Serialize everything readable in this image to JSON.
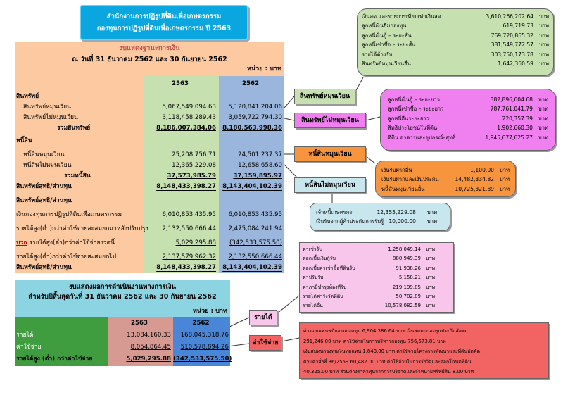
{
  "banner": {
    "line1": "สำนักงานการปฏิรูปที่ดินเพื่อเกษตรกรรม",
    "line2": "กองทุนการปฏิรูปที่ดินเพื่อเกษตรกรรม  ปี 2563"
  },
  "balance_sheet": {
    "title": "งบแสดงฐานะการเงิน",
    "subtitle": "ณ  วันที่ 31 ธันวาคม 2562 และ 30 กันยายน 2562",
    "unit": "หน่วย : บาท",
    "col_a": "2563",
    "col_b": "2562",
    "rows": [
      {
        "label": "สินทรัพย์",
        "a": "",
        "b": ""
      },
      {
        "label": "สินทรัพย์หมุนเวียน",
        "a": "5,067,549,094.63",
        "b": "5,120,841,204.06"
      },
      {
        "label": "สินทรัพย์ไม่หมุนเวียน",
        "a": "3,118,458,289.43",
        "b": "3,059,722,794.30"
      },
      {
        "label": "รวมสินทรัพย์",
        "a": "8,186,007,384.06",
        "b": "8,180,563,998.36"
      },
      {
        "label": "หนี้สิน",
        "a": "",
        "b": ""
      },
      {
        "label": "หนี้สินหมุนเวียน",
        "a": "25,208,756.71",
        "b": "24,501,237.37"
      },
      {
        "label": "หนี้สินไม่หมุนเวียน",
        "a": "12,365,229.08",
        "b": "12,658,658.60"
      },
      {
        "label": "รวมหนี้สิน",
        "a": "37,573,985.79",
        "b": "37,159,895.97"
      },
      {
        "label": "สินทรัพย์สุทธิ/ส่วนทุน",
        "a": "8,148,433,398.27",
        "b": "8,143,404,102.39"
      },
      {
        "label": "สินทรัพย์สุทธิ/ส่วนทุน",
        "a": "",
        "b": ""
      },
      {
        "label": "เงินกองทุนการปฏิรูปที่ดินเพื่อเกษตรกรรม",
        "a": "6,010,853,435.95",
        "b": "6,010,853,435.95"
      },
      {
        "label": "รายได้สูง(ต่ำ)กว่าค่าใช้จ่ายสะสมยกมาหลังปรับปรุง",
        "a": "2,132,550,666.44",
        "b": "2,475,084,241.94"
      },
      {
        "label_prefix": "บวก",
        "label": " รายได้สูง(ต่ำ)กว่าค่าใช้จ่ายงวดนี้",
        "a": "5,029,295.88",
        "b": "(342,533,575.50)"
      },
      {
        "label": "รายได้สูง(ต่ำ)กว่าค่าใช้จ่ายสะสมยกไป",
        "a": "2,137,579,962.32",
        "b": "2,132,550,666.44"
      },
      {
        "label": "สินทรัพย์สุทธิ/ส่วนทุน",
        "a": "8,148,433,398.27",
        "b": "8,143,404,102.39"
      }
    ]
  },
  "income_statement": {
    "title": "งบแสดงผลการดำเนินงานทางการเงิน",
    "subtitle": "สำหรับปีสิ้นสุดวันที่ 31 ธันวาคม 2562 และ 30 กันยายน 2562",
    "unit": "หน่วย : บาท",
    "col_a": "2563",
    "col_b": "2562",
    "rows": [
      {
        "label": "รายได้",
        "a": "13,084,160.33",
        "b": "168,045,318.76"
      },
      {
        "label": "ค่าใช้จ่าย",
        "a": "8,054,864.45",
        "b": "510,578,894.26"
      },
      {
        "label": "รายได้สูง (ต่ำ) กว่าค่าใช้จ่าย",
        "a": "5,029,295.88",
        "b": "(342,533,575.50)"
      }
    ]
  },
  "tags": {
    "current_assets": "สินทรัพย์หมุนเวียน",
    "noncurrent_assets": "สินทรัพย์ไม่หมุนเวียน",
    "current_liab": "หนี้สินหมุนเวียน",
    "noncurrent_liab": "หนี้สินไม่หมุนเวียน",
    "revenue": "รายได้",
    "expense": "ค่าใช้จ่าย"
  },
  "current_assets_detail": [
    {
      "k": "เงินสด และรายการเทียบเท่าเงินสด",
      "v": "3,610,266,202.64",
      "u": "บาท"
    },
    {
      "k": "ลูกหนี้เงินยืมกองทุน",
      "v": "619,719.73",
      "u": "บาท"
    },
    {
      "k": "ลูกหนี้เงินกู้ – ระยะสั้น",
      "v": "769,720,865.32",
      "u": "บาท"
    },
    {
      "k": "ลูกหนี้เช่าซื้อ – ระยะสั้น",
      "v": "381,549,772.57",
      "u": "บาท"
    },
    {
      "k": "รายได้ค้างรับ",
      "v": "303,750,173.78",
      "u": "บาท"
    },
    {
      "k": "สินทรัพย์หมุนเวียนอื่น",
      "v": "1,642,360.59",
      "u": "บาท"
    }
  ],
  "noncurrent_assets_detail": [
    {
      "k": "ลูกหนี้เงินกู้ – ระยะยาว",
      "v": "382,896,604.68",
      "u": "บาท"
    },
    {
      "k": "ลูกหนี้เช่าซื้อ – ระยะยาว",
      "v": "787,761,041.79",
      "u": "บาท"
    },
    {
      "k": "ลูกหนี้อื่นระยะยาว",
      "v": "220,357.39",
      "u": "บาท"
    },
    {
      "k": "สิทธิประโยชน์ในที่ดิน",
      "v": "1,902,660.30",
      "u": "บาท"
    },
    {
      "k": "ที่ดิน อาคารและอุปกรณ์–สุทธิ",
      "v": "1,945,677,625.27",
      "u": "บาท"
    }
  ],
  "current_liab_detail": [
    {
      "k": "เงินรับฝากอื่น",
      "v": "1,100.00",
      "u": "บาท"
    },
    {
      "k": "เงินรับฝากและเงินประกัน",
      "v": "14,482,334.82",
      "u": "บาท"
    },
    {
      "k": "หนี้สินหมุนเวียนอื่น",
      "v": "10,725,321.89",
      "u": "บาท"
    }
  ],
  "noncurrent_liab_detail": [
    {
      "k": "เจ้าหนี้เกษตรกร",
      "v": "12,355,229.08",
      "u": "บาท"
    },
    {
      "k": "เงินรับจากผู้ค้าประกันการรับรู้",
      "v": "10,000.00",
      "u": "บาท"
    }
  ],
  "revenue_detail": [
    {
      "k": "ค่าเช่ารับ",
      "v": "1,258,049.14",
      "u": "บาท"
    },
    {
      "k": "ดอกเบี้ยเงินกู้รับ",
      "v": "880,949.39",
      "u": "บาท"
    },
    {
      "k": "ดอกเบี้ยค่าเช่าซื้อที่ดินรับ",
      "v": "91,938.26",
      "u": "บาท"
    },
    {
      "k": "ค่าปรับรับ",
      "v": "5,158.21",
      "u": "บาท"
    },
    {
      "k": "ค่าภาษีบำรุงท้องที่รับ",
      "v": "219,199.85",
      "u": "บาท"
    },
    {
      "k": "รายได้ค่ารังวัดที่ดิน",
      "v": "50,782.89",
      "u": "บาท"
    },
    {
      "k": "รายได้อื่น",
      "v": "10,578,082.59",
      "u": "บาท"
    }
  ],
  "expense_detail": [
    "ค่าตอบแทนพนักงานกองทุน  6,904,386.64  บาท  เงินสมทบกองทุนประกันสังคม",
    "291,246.00  บาท ค่าใช้จ่ายในการบริหารกองทุน  756,573.81  บาท",
    "เงินสมทบกองทุนเงินทดแทน  1,843.00  บาท  ค่าใช้จ่ายโครงการพัฒนาและที่ดินอัตคัด",
    "ตามคำสั่งที่ 36/2559  60,482.00  บาท ค่าใช้จ่ายในการรังวัดและออกโฉนดที่ดิน",
    "40,325.00  บาท  ส่วนต่างราคาทุนจากการบริจาคและจำหน่ายทรัพย์สิน  8.00  บาท"
  ]
}
